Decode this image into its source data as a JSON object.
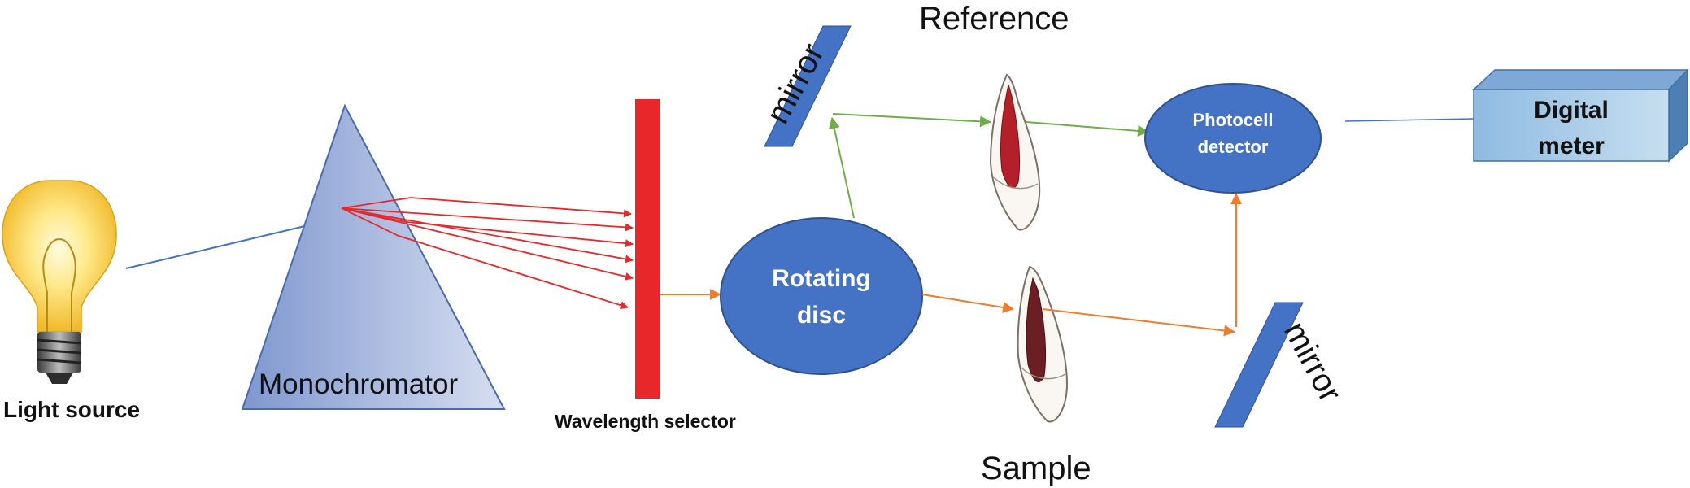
{
  "labels": {
    "light_source": "Light source",
    "monochromator": "Monochromator",
    "wavelength_selector": "Wavelength selector",
    "mirror_top": "mirror",
    "mirror_bottom": "mirror",
    "reference": "Reference",
    "sample": "Sample",
    "rotating_disc_line1": "Rotating",
    "rotating_disc_line2": "disc",
    "photocell_line1": "Photocell",
    "photocell_line2": "detector",
    "digital_meter_line1": "Digital",
    "digital_meter_line2": "meter"
  },
  "colors": {
    "blue_shape": "#4472c4",
    "blue_line": "#4472c4",
    "red": "#e8272b",
    "orange": "#ed7d31",
    "green": "#70ad47",
    "prism_top": "#8fa6d6",
    "meter_face": "#a9cce6"
  },
  "icons": {
    "bulb": "light-bulb-icon",
    "tooth": "tooth-icon"
  }
}
